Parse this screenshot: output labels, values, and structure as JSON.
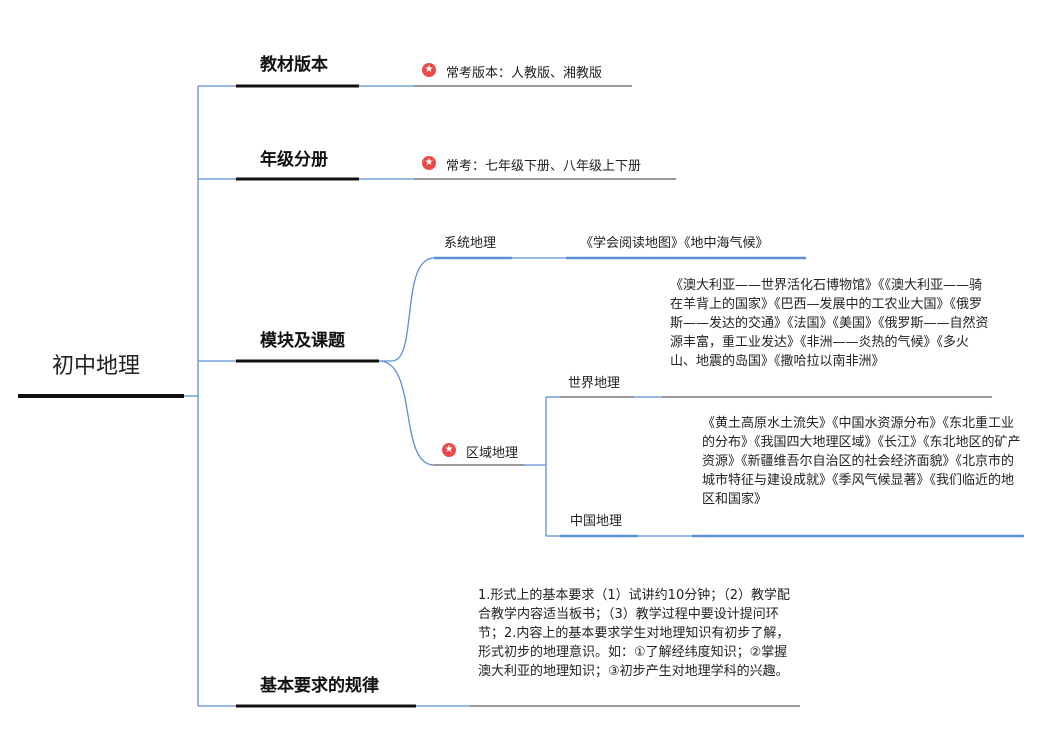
{
  "root": {
    "label": "初中地理"
  },
  "branches": {
    "textbook": {
      "label": "教材版本",
      "detail": "常考版本：人教版、湘教版",
      "detail_icon": "star-icon"
    },
    "grade": {
      "label": "年级分册",
      "detail": "常考：七年级下册、八年级上下册",
      "detail_icon": "star-icon"
    },
    "modules": {
      "label": "模块及课题",
      "systematic": {
        "label": "系统地理",
        "detail": "《学会阅读地图》《地中海气候》"
      },
      "regional": {
        "label": "区域地理",
        "icon": "star-icon",
        "world": {
          "label": "世界地理",
          "detail": "《澳大利亚——世界活化石博物馆》《《澳大利亚——骑在羊背上的国家》《巴西—发展中的工农业大国》《俄罗斯——发达的交通》《法国》《美国》《俄罗斯——自然资源丰富，重工业发达》《非洲——炎热的气候》《多火山、地震的岛国》《撒哈拉以南非洲》"
        },
        "china": {
          "label": "中国地理",
          "detail": "《黄土高原水土流失》《中国水资源分布》《东北重工业的分布》《我国四大地理区域》《长江》《东北地区的矿产资源》《新疆维吾尔自治区的社会经济面貌》《北京市的城市特征与建设成就》《季风气候显著》《我们临近的地区和国家》"
        }
      }
    },
    "requirements": {
      "label": "基本要求的规律",
      "detail": "1.形式上的基本要求（1）试讲约10分钟；（2）教学配合教学内容适当板书；（3）教学过程中要设计提问环节；2.内容上的基本要求学生对地理知识有初步了解，形式初步的地理意识。如：①了解经纬度知识；②掌握澳大利亚的地理知识；③初步产生对地理学科的兴趣。"
    }
  },
  "colors": {
    "connector": "#5b8fd6",
    "underline_dark": "#111111",
    "underline_thin": "#333333",
    "star": "#e94b4b"
  }
}
